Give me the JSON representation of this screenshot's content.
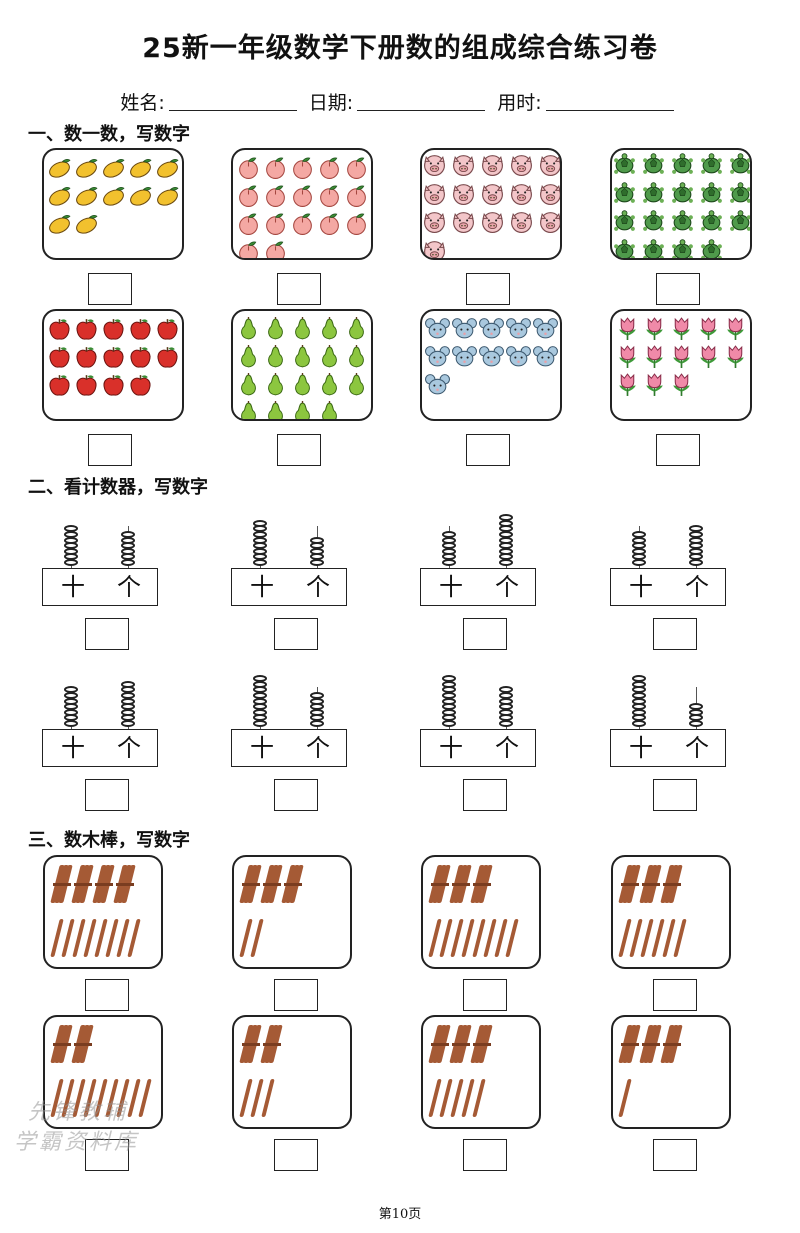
{
  "title": "25新一年级数学下册数的组成综合练习卷",
  "info": {
    "name_label": "姓名:",
    "date_label": "日期:",
    "time_label": "用时:"
  },
  "sections": {
    "s1": "一、数一数，写数字",
    "s2": "二、看计数器，写数字",
    "s3": "三、数木棒，写数字"
  },
  "section1_pictures": [
    {
      "icon": "mango",
      "count": 12
    },
    {
      "icon": "peach",
      "count": 17
    },
    {
      "icon": "pig",
      "count": 16
    },
    {
      "icon": "turtle",
      "count": 19
    },
    {
      "icon": "apple",
      "count": 14
    },
    {
      "icon": "pear",
      "count": 19
    },
    {
      "icon": "mouse",
      "count": 11
    },
    {
      "icon": "tulip",
      "count": 13
    }
  ],
  "section2_counters": [
    {
      "tens": 7,
      "ones": 6
    },
    {
      "tens": 8,
      "ones": 5
    },
    {
      "tens": 6,
      "ones": 9
    },
    {
      "tens": 6,
      "ones": 7
    },
    {
      "tens": 7,
      "ones": 8
    },
    {
      "tens": 9,
      "ones": 6
    },
    {
      "tens": 9,
      "ones": 7
    },
    {
      "tens": 9,
      "ones": 4
    }
  ],
  "counter_labels": {
    "tens": "十",
    "ones": "个"
  },
  "section3_sticks": [
    {
      "bundles": 4,
      "singles": 8
    },
    {
      "bundles": 3,
      "singles": 2
    },
    {
      "bundles": 3,
      "singles": 8
    },
    {
      "bundles": 3,
      "singles": 6
    },
    {
      "bundles": 2,
      "singles": 9
    },
    {
      "bundles": 2,
      "singles": 3
    },
    {
      "bundles": 3,
      "singles": 5
    },
    {
      "bundles": 3,
      "singles": 1
    }
  ],
  "watermark": [
    "先锋教辅",
    "学霸资料库"
  ],
  "footer": "第10页",
  "colors": {
    "mango": "#f2c12e",
    "peach": "#f4a8a3",
    "pig": "#f3c6c9",
    "turtle": "#4f9a4b",
    "apple": "#d9302a",
    "pear": "#8cc63f",
    "mouse": "#a9c8de",
    "tulip": "#f08aa8",
    "stick": "#a55a35"
  }
}
